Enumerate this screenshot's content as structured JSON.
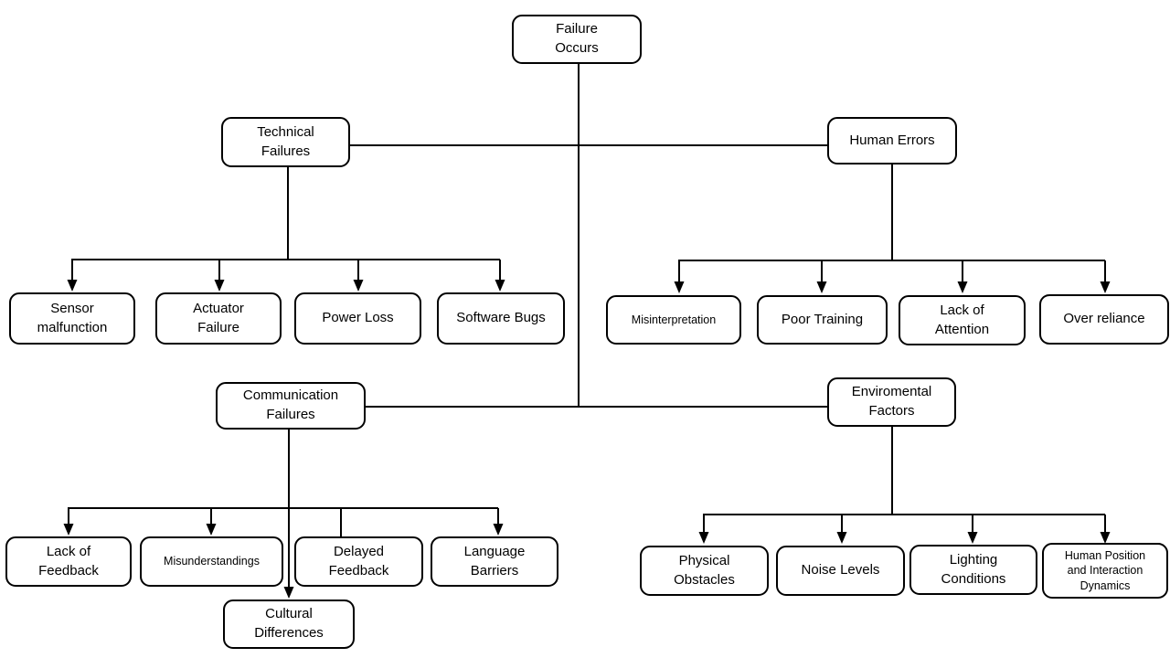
{
  "title": "Failure Occurs cause flowchart",
  "colors": {
    "background": "#ffffff",
    "line": "#000000",
    "box_border": "#000000",
    "box_fill": "#ffffff",
    "text": "#000000"
  },
  "nodes": {
    "failure_occurs": {
      "label": "Failure\nOccurs",
      "children": [
        "technical_failures",
        "human_errors",
        "communication_failures",
        "enviromental_factors"
      ]
    },
    "technical_failures": {
      "label": "Technical\nFailures",
      "children": [
        "sensor_malfunction",
        "actuator_failure",
        "power_loss",
        "software_bugs"
      ]
    },
    "human_errors": {
      "label": "Human Errors",
      "children": [
        "misinterpretation",
        "poor_training",
        "lack_of_attention",
        "over_reliance"
      ]
    },
    "communication_failures": {
      "label": "Communication\nFailures",
      "children": [
        "lack_of_feedback",
        "misunderstandings",
        "delayed_feedback",
        "language_barriers",
        "cultural_differences"
      ]
    },
    "enviromental_factors": {
      "label": "Enviromental\nFactors",
      "children": [
        "physical_obstacles",
        "noise_levels",
        "lighting_conditions",
        "human_position_and_interaction_dynamics"
      ]
    },
    "sensor_malfunction": {
      "label": "Sensor\nmalfunction"
    },
    "actuator_failure": {
      "label": "Actuator\nFailure"
    },
    "power_loss": {
      "label": "Power Loss"
    },
    "software_bugs": {
      "label": "Software Bugs"
    },
    "misinterpretation": {
      "label": "Misinterpretation"
    },
    "poor_training": {
      "label": "Poor Training"
    },
    "lack_of_attention": {
      "label": "Lack of\nAttention"
    },
    "over_reliance": {
      "label": "Over reliance"
    },
    "lack_of_feedback": {
      "label": "Lack of\nFeedback"
    },
    "misunderstandings": {
      "label": "Misunderstandings"
    },
    "delayed_feedback": {
      "label": "Delayed\nFeedback"
    },
    "language_barriers": {
      "label": "Language\nBarriers"
    },
    "cultural_differences": {
      "label": "Cultural\nDifferences"
    },
    "physical_obstacles": {
      "label": "Physical\nObstacles"
    },
    "noise_levels": {
      "label": "Noise Levels"
    },
    "lighting_conditions": {
      "label": "Lighting\nConditions"
    },
    "human_position_and_interaction_dynamics": {
      "label": "Human Position\nand Interaction\nDynamics"
    }
  }
}
